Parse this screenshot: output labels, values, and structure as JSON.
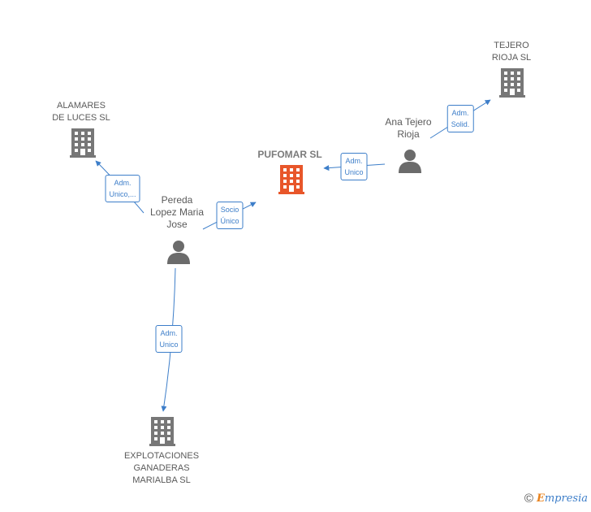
{
  "nodes": {
    "tejero_rioja": {
      "label": "TEJERO\nRIOJA  SL",
      "type": "company"
    },
    "alamares": {
      "label": "ALAMARES\nDE LUCES  SL",
      "type": "company"
    },
    "pufomar": {
      "label": "PUFOMAR  SL",
      "type": "company-main"
    },
    "ana_tejero": {
      "label": "Ana Tejero\nRioja",
      "type": "person"
    },
    "pereda": {
      "label": "Pereda\nLopez Maria\nJose",
      "type": "person"
    },
    "explotaciones": {
      "label": "EXPLOTACIONES\nGANADERAS\nMARIALBA  SL",
      "type": "company"
    }
  },
  "edges": {
    "ana_to_tejero": {
      "label": "Adm.\nSolid."
    },
    "ana_to_pufomar": {
      "label": "Adm.\nUnico"
    },
    "pereda_to_alamares": {
      "label": "Adm.\nUnico,..."
    },
    "pereda_to_pufomar": {
      "label": "Socio\nÚnico"
    },
    "pereda_to_explotaciones": {
      "label": "Adm.\nUnico"
    }
  },
  "colors": {
    "company": "#777777",
    "main": "#e8562a",
    "person": "#6b6b6b",
    "edge": "#3d7ec9"
  },
  "footer": {
    "copyright_symbol": "©",
    "brand_initial": "E",
    "brand_rest": "mpresia"
  }
}
